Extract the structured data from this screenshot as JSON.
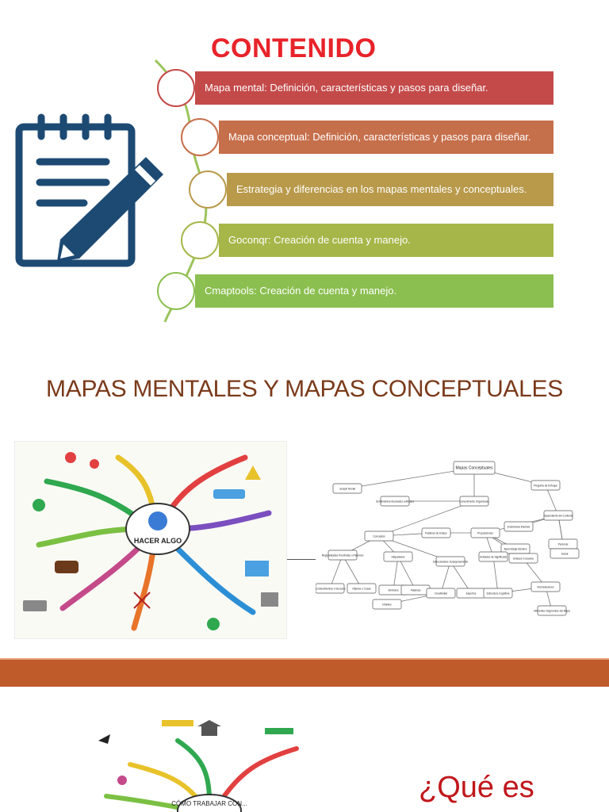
{
  "slide1": {
    "title": "CONTENIDO",
    "items": [
      {
        "label": "Mapa mental: Definición, características y pasos para diseñar.",
        "color": "#c44a4a",
        "ring": "#c44a4a"
      },
      {
        "label": "Mapa conceptual: Definición, características y pasos para diseñar.",
        "color": "#c66f4b",
        "ring": "#c66f4b"
      },
      {
        "label": "Estrategia y diferencias en los mapas mentales y conceptuales.",
        "color": "#b99a4b",
        "ring": "#b99a4b"
      },
      {
        "label": "Goconqr: Creación de cuenta y manejo.",
        "color": "#a6b648",
        "ring": "#a6b648"
      },
      {
        "label": "Cmaptools: Creación de cuenta y manejo.",
        "color": "#8bbf50",
        "ring": "#8bbf50"
      }
    ],
    "icon": "notepad-pencil-icon",
    "icon_color": "#1d4a73"
  },
  "slide2": {
    "title": "MAPAS MENTALES Y MAPAS CONCEPTUALES",
    "mindmap_center": "HACER ALGO",
    "concept_map": {
      "root": "Mapas Conceptuales",
      "nodes": [
        "Joseph Novak",
        "Conocimiento Organizado",
        "Pregunta de Enfoque",
        "Sentimientos Asociados a Afectos",
        "Conceptos",
        "Palabras de Enlace",
        "Proposiciones",
        "Dependiente del Contexto",
        "Enseñanza Efectiva",
        "Aprendizaje Efectivo",
        "Personal",
        "Social",
        "Regularidades Percibidas o Patrones",
        "Etiquetados",
        "Estructurados Jerárquicamente",
        "Unidades de Significado",
        "Enlaces Cruzados",
        "Acontecimientos o Sucesos",
        "Objetos o Cosas",
        "Símbolos",
        "Palabras",
        "Creatividad",
        "Expertos",
        "Estructura Cognitiva",
        "Interrelaciones",
        "Diferentes Segmentos del Mapa",
        "Infantes"
      ]
    },
    "band_color": "#bf5a2b"
  },
  "slide3": {
    "mindmap_center": "CÓMO TRABAJAR CON...",
    "question": "¿Qué es"
  }
}
